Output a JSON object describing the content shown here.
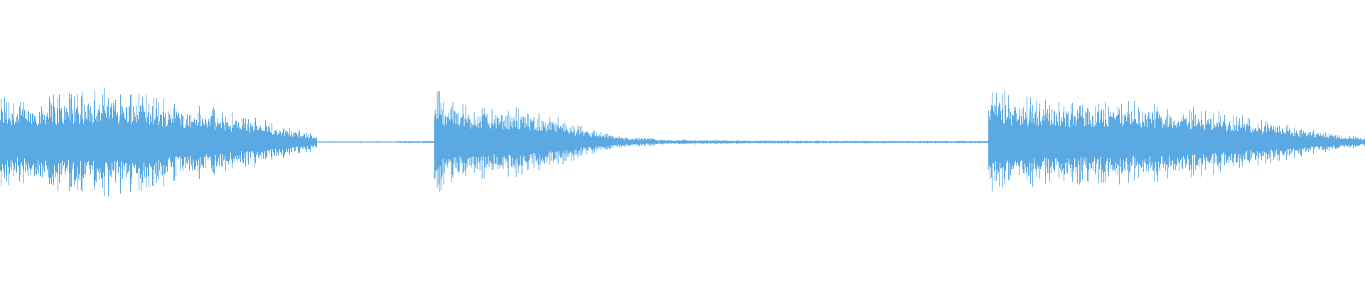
{
  "waveform": {
    "color": "#5aa9e3",
    "background": "#ffffff",
    "segments": [
      {
        "start": 0.0,
        "end": 0.232,
        "envelope": [
          0.62,
          0.58,
          0.64,
          0.66,
          0.7,
          0.72,
          0.68,
          0.63,
          0.58,
          0.52,
          0.46,
          0.4,
          0.33,
          0.26,
          0.18,
          0.1
        ]
      },
      {
        "start": 0.232,
        "end": 0.318,
        "envelope": [
          0.01,
          0.01,
          0.01,
          0.01,
          0.01,
          0.01,
          0.01,
          0.015,
          0.015,
          0.02
        ]
      },
      {
        "start": 0.318,
        "end": 0.48,
        "envelope": [
          0.72,
          0.58,
          0.52,
          0.5,
          0.48,
          0.46,
          0.42,
          0.35,
          0.26,
          0.18,
          0.12,
          0.08,
          0.06,
          0.05
        ]
      },
      {
        "start": 0.48,
        "end": 0.724,
        "envelope": [
          0.04,
          0.035,
          0.03,
          0.025,
          0.022,
          0.02,
          0.02,
          0.02,
          0.018,
          0.018,
          0.02
        ]
      },
      {
        "start": 0.724,
        "end": 1.0,
        "envelope": [
          0.7,
          0.66,
          0.6,
          0.58,
          0.56,
          0.56,
          0.55,
          0.53,
          0.5,
          0.46,
          0.4,
          0.34,
          0.28,
          0.22,
          0.16,
          0.1,
          0.06
        ]
      }
    ]
  }
}
